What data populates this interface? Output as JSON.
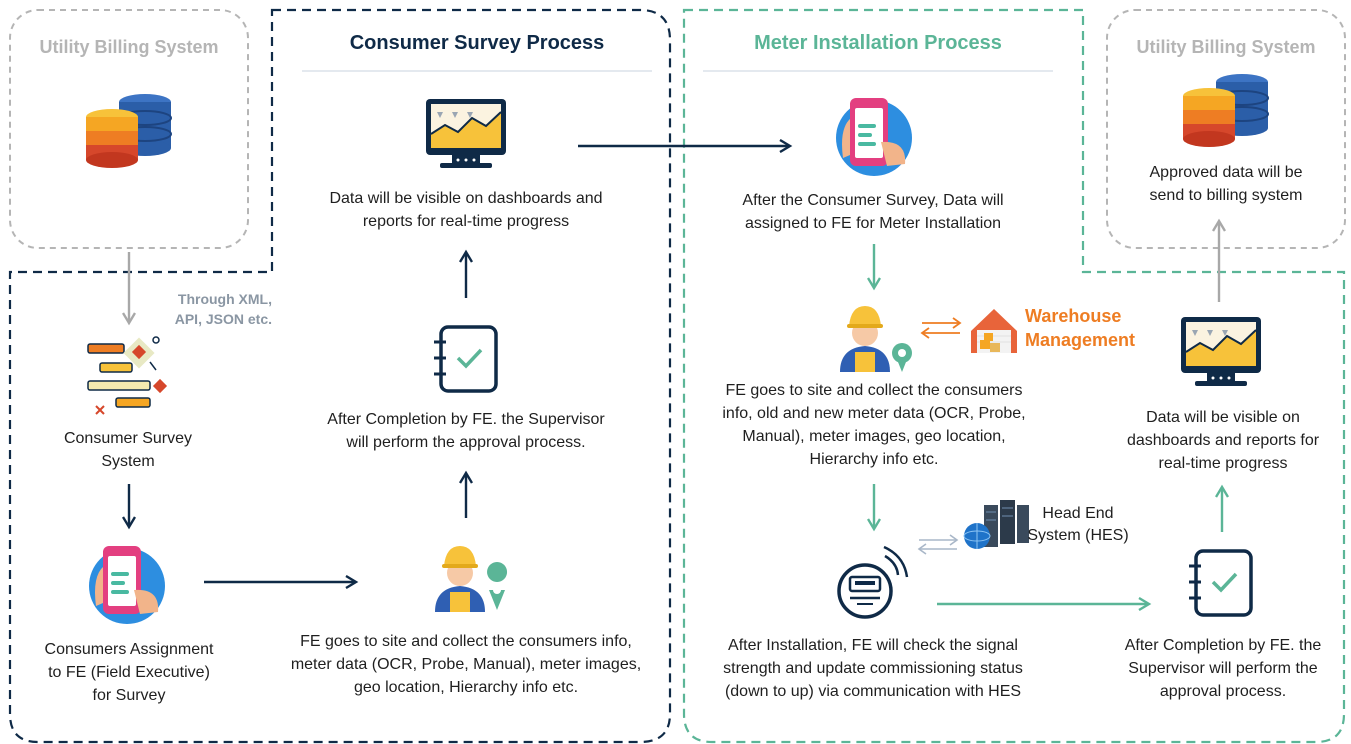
{
  "left_panel": {
    "title": "Utility Billing System",
    "integration_note_line1": "Through XML,",
    "integration_note_line2": "API, JSON etc.",
    "system_line1": "Consumer Survey",
    "system_line2": "System",
    "assign_line1": "Consumers Assignment",
    "assign_line2": "to FE (Field Executive)",
    "assign_line3": "for Survey"
  },
  "survey_process": {
    "title": "Consumer Survey Process",
    "dashboard_line1": "Data will be visible on dashboards and",
    "dashboard_line2": "reports for real-time progress",
    "approval_line1": "After Completion by FE. the Supervisor",
    "approval_line2": "will perform the approval process.",
    "fe_line1": "FE goes to site and collect the consumers info,",
    "fe_line2": "meter data (OCR, Probe, Manual), meter images,",
    "fe_line3": "geo location, Hierarchy info etc."
  },
  "meter_process": {
    "title": "Meter Installation Process",
    "assign_line1": "After the Consumer Survey, Data will",
    "assign_line2": "assigned to FE for Meter Installation",
    "warehouse_line1": "Warehouse",
    "warehouse_line2": "Management",
    "fe_line1": "FE goes to site and collect the consumers",
    "fe_line2": "info, old and new meter data (OCR, Probe,",
    "fe_line3": "Manual), meter images, geo location,",
    "fe_line4": "Hierarchy info etc.",
    "hes_line1": "Head End",
    "hes_line2": "System (HES)",
    "install_line1": "After Installation, FE will check the signal",
    "install_line2": "strength and update commissioning status",
    "install_line3": "(down to up) via communication with HES",
    "approval_line1": "After Completion by FE. the",
    "approval_line2": "Supervisor will perform the",
    "approval_line3": "approval process.",
    "dashboard_line1": "Data will be visible on",
    "dashboard_line2": "dashboards and reports for",
    "dashboard_line3": "real-time progress"
  },
  "right_panel": {
    "title": "Utility Billing System",
    "approved_line1": "Approved data will be",
    "approved_line2": "send to billing system"
  },
  "colors": {
    "navy": "#0f2a47",
    "teal": "#5bb597",
    "gray": "#b5b5b5",
    "orange": "#ee7d23"
  }
}
